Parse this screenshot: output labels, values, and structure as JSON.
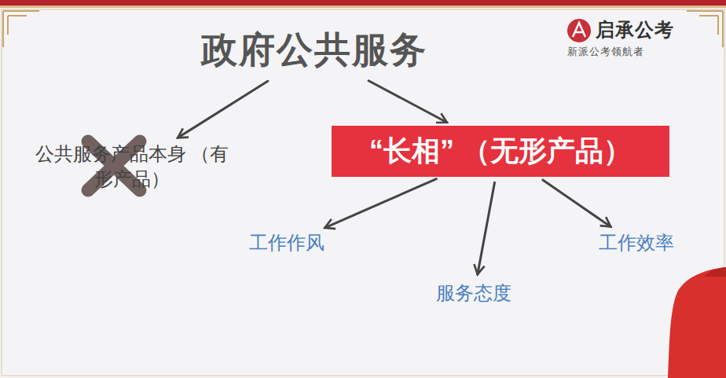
{
  "diagram": {
    "nodes": [
      {
        "text": [
          "政府公共服务"
        ]
      },
      {
        "text": [
          "公共服务产品本身 （有形产品）"
        ]
      },
      {
        "text": [
          "“长相” （无形产品）"
        ]
      },
      {
        "text": [
          "工作作风"
        ]
      },
      {
        "text": [
          "服务态度"
        ]
      },
      {
        "text": [
          "工作效率"
        ]
      }
    ],
    "edges": [
      {
        "from": 0,
        "to": 1,
        "arrow": "to"
      },
      {
        "from": 0,
        "to": 2,
        "arrow": "to"
      },
      {
        "from": 2,
        "to": 3,
        "arrow": "to"
      },
      {
        "from": 2,
        "to": 4,
        "arrow": "to"
      },
      {
        "from": 2,
        "to": 5,
        "arrow": "to"
      }
    ],
    "labels": [
      "启承公考",
      "新派公考领航者"
    ]
  }
}
